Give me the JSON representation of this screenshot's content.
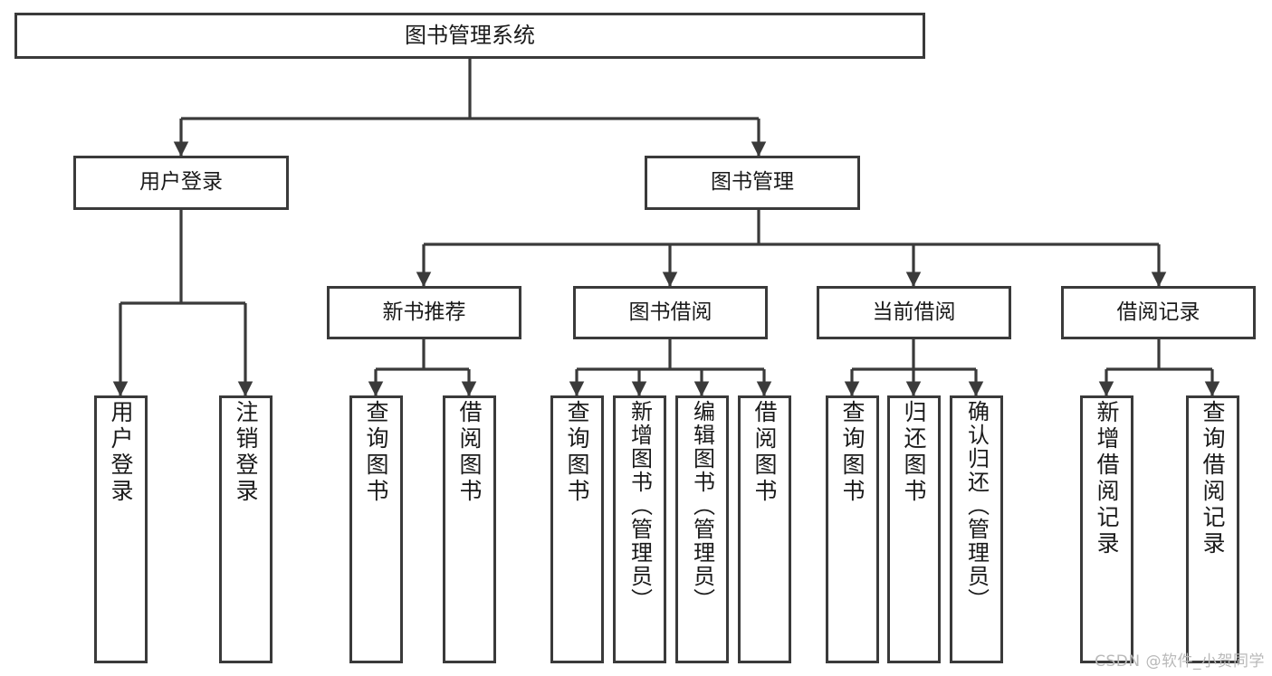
{
  "diagram": {
    "title": "图书管理系统",
    "type": "tree-hierarchy",
    "colors": {
      "background": "#ffffff",
      "node_border": "#3a3a3a",
      "node_fill": "#ffffff",
      "edge": "#3a3a3a",
      "text": "#1a1a1a",
      "watermark": "#b9b9b9"
    },
    "root": {
      "label": "图书管理系统"
    },
    "level2": [
      {
        "label": "用户登录"
      },
      {
        "label": "图书管理"
      }
    ],
    "level3": [
      {
        "label": "新书推荐"
      },
      {
        "label": "图书借阅"
      },
      {
        "label": "当前借阅"
      },
      {
        "label": "借阅记录"
      }
    ],
    "leaves": {
      "user_login": [
        {
          "label": "用户登录"
        },
        {
          "label": "注销登录"
        }
      ],
      "new_book": [
        {
          "label": "查询图书"
        },
        {
          "label": "借阅图书"
        }
      ],
      "book_borrow": [
        {
          "label": "查询图书"
        },
        {
          "label": "新增图书（管理员）"
        },
        {
          "label": "编辑图书（管理员）"
        },
        {
          "label": "借阅图书"
        }
      ],
      "current_borrow": [
        {
          "label": "查询图书"
        },
        {
          "label": "归还图书"
        },
        {
          "label": "确认归还（管理员）"
        }
      ],
      "borrow_record": [
        {
          "label": "新增借阅记录"
        },
        {
          "label": "查询借阅记录"
        }
      ]
    },
    "watermark": "CSDN @软件_小贺同学"
  }
}
